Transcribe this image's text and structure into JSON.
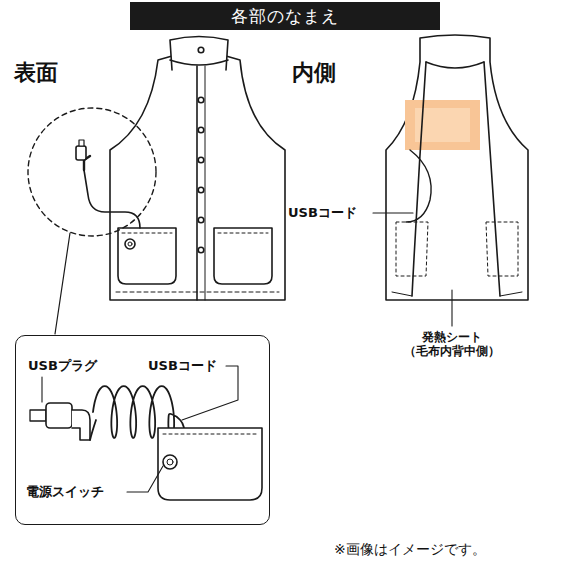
{
  "diagram": {
    "title": "各部のなまえ",
    "caption": "※画像はイメージです。",
    "nodes": [
      {
        "text": [
          "USBプラグ",
          "USBコード",
          "電源スイッチ"
        ]
      }
    ],
    "labels": [
      "表面",
      "内側",
      "USBコード",
      "発熱シート （毛布内背中側）"
    ]
  }
}
